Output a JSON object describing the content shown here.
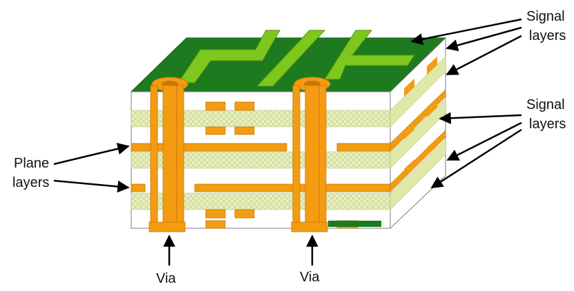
{
  "labels": {
    "signal_top_line1": "Signal",
    "signal_top_line2": "layers",
    "signal_mid_line1": "Signal",
    "signal_mid_line2": "layers",
    "plane_line1": "Plane",
    "plane_line2": "layers",
    "via_left": "Via",
    "via_right": "Via"
  },
  "colors": {
    "solder_mask": "#1e7a1e",
    "solder_mask_dark": "#145c14",
    "trace_top": "#7ec81e",
    "trace_top_dark": "#4f8f12",
    "copper": "#f39c12",
    "copper_dark": "#c97608",
    "dielectric": "#ffffff",
    "prepreg": "#e8efc4",
    "prepreg_side": "#dfe8a8",
    "outline": "#7a7a7a",
    "arrow": "#000000"
  }
}
